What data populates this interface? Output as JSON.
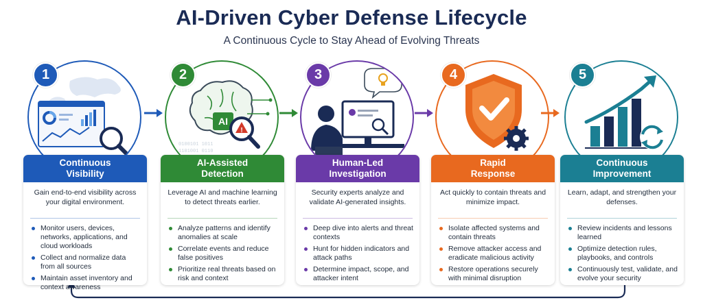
{
  "title": "AI-Driven Cyber Defense Lifecycle",
  "subtitle": "A Continuous Cycle to Stay Ahead of Evolving Threats",
  "stages": [
    {
      "num": "1",
      "header_line1": "Continuous",
      "header_line2": "Visibility",
      "color": "#1e5ab8",
      "desc": "Gain end-to-end visibility across your digital environment.",
      "bullets": [
        "Monitor users, devices, networks, applications, and cloud workloads",
        "Collect and normalize data from all sources",
        "Maintain asset inventory and context awareness"
      ]
    },
    {
      "num": "2",
      "header_line1": "AI-Assisted",
      "header_line2": "Detection",
      "color": "#2f8a36",
      "desc": "Leverage AI and machine learning to detect threats earlier.",
      "icon_label": "AI",
      "bullets": [
        "Analyze patterns and identify anomalies at scale",
        "Correlate events and reduce false positives",
        "Prioritize real threats based on risk and context"
      ]
    },
    {
      "num": "3",
      "header_line1": "Human-Led",
      "header_line2": "Investigation",
      "color": "#6a3aa8",
      "desc": "Security experts analyze and validate AI-generated insights.",
      "bullets": [
        "Deep dive into alerts and threat contexts",
        "Hunt for hidden indicators and attack paths",
        "Determine impact, scope, and attacker intent"
      ]
    },
    {
      "num": "4",
      "header_line1": "Rapid",
      "header_line2": "Response",
      "color": "#e8691f",
      "desc": "Act quickly to contain threats and minimize impact.",
      "bullets": [
        "Isolate affected systems and contain threats",
        "Remove attacker access and eradicate malicious activity",
        "Restore operations securely with minimal disruption"
      ]
    },
    {
      "num": "5",
      "header_line1": "Continuous",
      "header_line2": "Improvement",
      "color": "#1b7f93",
      "desc": "Learn, adapt, and strengthen your defenses.",
      "bullets": [
        "Review incidents and lessons learned",
        "Optimize detection rules, playbooks, and controls",
        "Continuously test, validate, and evolve your security"
      ]
    }
  ]
}
